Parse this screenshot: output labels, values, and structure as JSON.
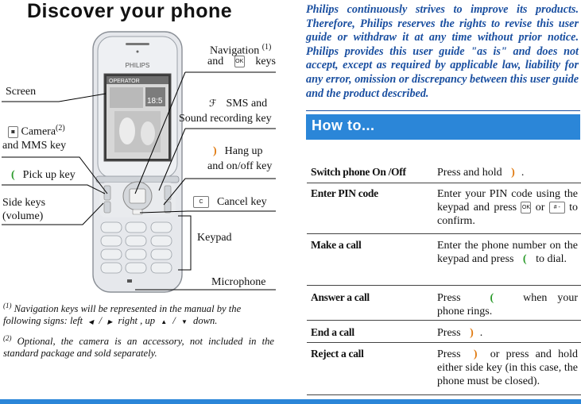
{
  "title": "Discover your phone",
  "phone": {
    "brand": "PHILIPS",
    "operator": "OPERATOR",
    "time": "18:5"
  },
  "callouts": {
    "navigation_line1": "Navigation",
    "navigation_sup": "(1)",
    "navigation_line2a": "and",
    "navigation_line2b": "keys",
    "screen": "Screen",
    "sms_line1": "SMS and",
    "sms_line2": "Sound recording key",
    "camera_line1": "Camera",
    "camera_sup": "(2)",
    "camera_line2": "and MMS  key",
    "hangup_line1": "Hang up",
    "hangup_line2": "and on/off key",
    "pickup": "Pick up key",
    "sidekeys_line1": "Side keys",
    "sidekeys_line2": "(volume)",
    "cancel": "Cancel key",
    "keypad": "Keypad",
    "microphone": "Microphone"
  },
  "icons": {
    "ok_key": "OK",
    "c_key": "C",
    "hash_key": "# -",
    "ok_key_text": "OK",
    "pickup_glyph": "(",
    "hangup_glyph": ")"
  },
  "footnotes": {
    "note1_sup": "(1)",
    "note1_a": "Navigation keys will be represented in the manual by the",
    "note1_b": "following signs: left",
    "note1_c": "/",
    "note1_d": "right ,  up",
    "note1_e": "/",
    "note1_f": "down.",
    "note2_sup": "(2)",
    "note2_text": "Optional, the camera is an accessory, not included in the standard package and sold separately."
  },
  "disclaimer": "Philips continuously strives to improve its products. Therefore, Philips reserves the rights to revise this user guide or withdraw it at any time without prior notice. Philips provides this user guide \"as is\" and does not accept, except as required by applicable law, liability for any error, omission or discrepancy between this user guide and the product described.",
  "howto": {
    "heading": "How to...",
    "rows": [
      {
        "label": "Switch phone On /Off",
        "text_a": "Press and hold",
        "text_b": "."
      },
      {
        "label": "Enter PIN code",
        "text_a": "Enter your PIN code using the keypad and press",
        "text_b": "or",
        "text_c": "to confirm."
      },
      {
        "label": "Make a call",
        "text_a": "Enter the phone number on the keypad and press",
        "text_b": "to dial."
      },
      {
        "label": "Answer a call",
        "text_a": "Press",
        "text_b": "when your phone rings."
      },
      {
        "label": "End a call",
        "text_a": "Press",
        "text_b": "."
      },
      {
        "label": "Reject a call",
        "text_a": "Press",
        "text_b": "or press and hold either side key (in this case, the phone must be closed)."
      }
    ]
  },
  "colors": {
    "accent_blue": "#2b86d8",
    "disclaimer_blue": "#1a4fa0",
    "pickup_green": "#2a9a2a",
    "hangup_orange": "#e07a10"
  }
}
